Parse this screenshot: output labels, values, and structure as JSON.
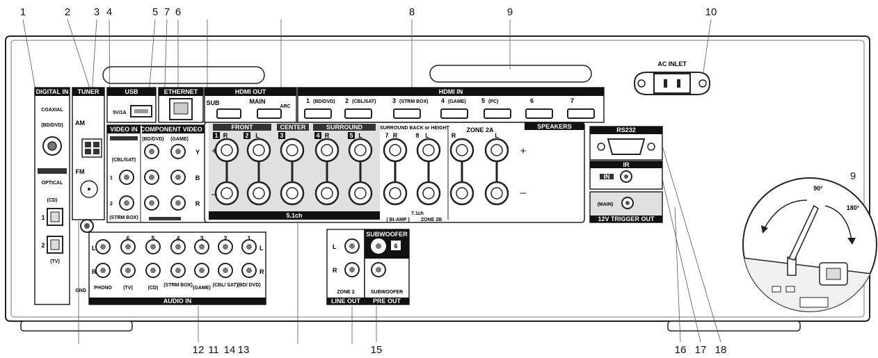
{
  "callouts_top": [
    "1",
    "2",
    "3",
    "4",
    "5",
    "7",
    "6",
    "8",
    "9",
    "10"
  ],
  "callouts_bottom": [
    "12",
    "11",
    "14",
    "13",
    "15",
    "16",
    "17",
    "18"
  ],
  "callout_side": "9",
  "sections": {
    "digital_in": "DIGITAL IN",
    "coaxial": "COAXIAL",
    "coaxial_bd": "(BD/DVD)",
    "optical": "OPTICAL",
    "optical_1": "(CD)",
    "optical_2": "(TV)",
    "tuner": "TUNER",
    "am": "AM",
    "fm": "FM",
    "usb": "USB",
    "usb_spec": "5V/1A",
    "ethernet": "ETHERNET",
    "video_in": "VIDEO IN",
    "component_video_in": "COMPONENT VIDEO IN",
    "video_cbl": "(CBL/SAT)",
    "video_strm": "(STRM BOX)",
    "comp_bd": "(BD/DVD)",
    "comp_game": "(GAME)",
    "hdmi_out": "HDMI OUT",
    "hdmi_sub": "SUB",
    "hdmi_main": "MAIN",
    "hdmi_arc": "ARC",
    "hdmi_in": "HDMI IN",
    "speakers": "SPEAKERS",
    "front": "FRONT",
    "center": "CENTER",
    "surround": "SURROUND",
    "surround_back": "SURROUND BACK or HEIGHT",
    "zone2a": "ZONE 2A",
    "ch51": "5.1ch",
    "ch71": "7.1ch",
    "bi_amp": "( BI-AMP )",
    "zone2b": "ZONE 2B",
    "rs232": "RS232",
    "ir": "IR",
    "ir_in": "IN",
    "trigger_main": "(MAIN)",
    "trigger_out": "12V TRIGGER OUT",
    "ac_inlet": "AC INLET",
    "audio_in": "AUDIO IN",
    "line_out": "LINE OUT",
    "zone2": "ZONE 2",
    "pre_out": "PRE OUT",
    "subwoofer": "SUBWOOFER",
    "gnd": "GND",
    "angle_90": "90°",
    "angle_180": "180°"
  },
  "hdmi_inputs": [
    {
      "num": "1",
      "name": "(BD/DVD)"
    },
    {
      "num": "2",
      "name": "(CBL/SAT)"
    },
    {
      "num": "3",
      "name": "(STRM BOX)"
    },
    {
      "num": "4",
      "name": "(GAME)"
    },
    {
      "num": "5",
      "name": "(PC)"
    },
    {
      "num": "6",
      "name": ""
    },
    {
      "num": "7",
      "name": ""
    }
  ],
  "audio_inputs": [
    {
      "num": "",
      "name": "PHONO"
    },
    {
      "num": "6",
      "name": "(TV)"
    },
    {
      "num": "5",
      "name": "(CD)"
    },
    {
      "num": "4",
      "name": "(STRM BOX)"
    },
    {
      "num": "3",
      "name": "(GAME)"
    },
    {
      "num": "2",
      "name": "(CBL/ SAT)"
    },
    {
      "num": "1",
      "name": "(BD/ DVD)"
    }
  ],
  "speaker_channels": [
    "1",
    "2",
    "3",
    "4",
    "5",
    "7",
    "8"
  ],
  "lr": {
    "l": "L",
    "r": "R"
  },
  "polarity": {
    "plus": "+",
    "minus": "–"
  },
  "component_letters": [
    "Y",
    "B",
    "R"
  ],
  "numbers_misc": {
    "one": "1",
    "two": "2",
    "six": "6"
  }
}
